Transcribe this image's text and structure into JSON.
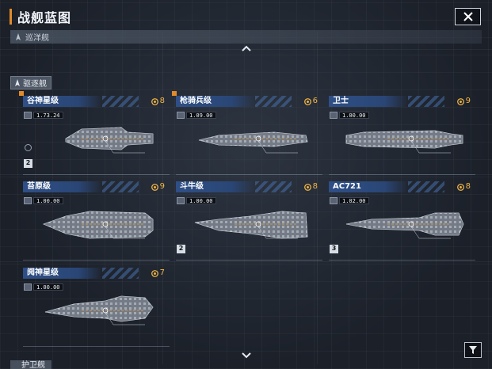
{
  "header": {
    "title": "战舰蓝图"
  },
  "categories": {
    "cruiser": "巡洋舰",
    "destroyer": "驱逐舰",
    "frigate": "护卫舰"
  },
  "colors": {
    "accent": "#e08a2a",
    "name_bar": "#2e4f86",
    "cost": "#f2b544"
  },
  "icons": {
    "close": "close-icon",
    "cost": "blueprint-token-icon",
    "filter": "filter-icon",
    "collapse": "chevron-up-icon",
    "expand": "chevron-down-icon"
  },
  "ships": [
    {
      "name": "谷神星级",
      "cost": "8",
      "stat": "1.73.24",
      "tier": "2",
      "new": true,
      "capsule": true
    },
    {
      "name": "枪骑兵级",
      "cost": "6",
      "stat": "1.09.00",
      "tier": "",
      "new": true,
      "capsule": false
    },
    {
      "name": "卫士",
      "cost": "9",
      "stat": "1.00.00",
      "tier": "",
      "new": false,
      "capsule": false
    },
    {
      "name": "苔原级",
      "cost": "9",
      "stat": "1.00.00",
      "tier": "",
      "new": false,
      "capsule": false
    },
    {
      "name": "斗牛级",
      "cost": "8",
      "stat": "1.00.00",
      "tier": "2",
      "new": false,
      "capsule": false
    },
    {
      "name": "AC721",
      "cost": "8",
      "stat": "1.02.00",
      "tier": "3",
      "new": false,
      "capsule": false
    },
    {
      "name": "阋神星级",
      "cost": "7",
      "stat": "1.00.00",
      "tier": "",
      "new": false,
      "capsule": false
    }
  ]
}
